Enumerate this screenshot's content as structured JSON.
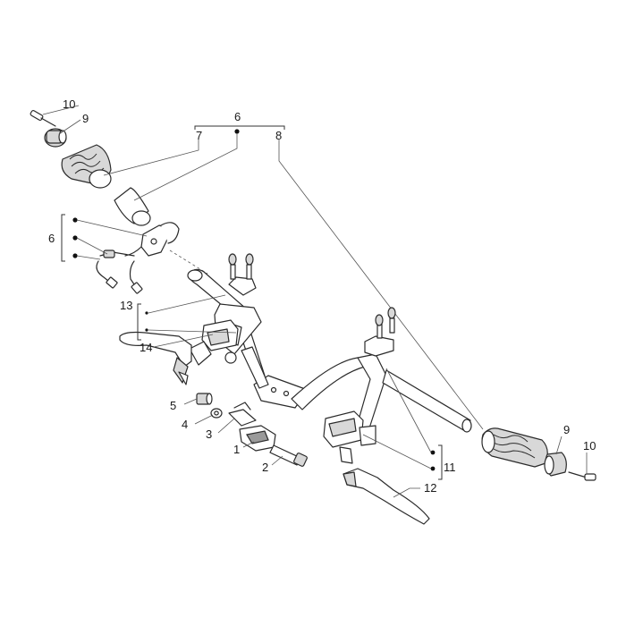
{
  "callouts": {
    "n1": "1",
    "n2": "2",
    "n3": "3",
    "n4": "4",
    "n5": "5",
    "n6_top": "6",
    "n6_left": "6",
    "n7": "7",
    "n8": "8",
    "n9_left": "9",
    "n9_right": "9",
    "n10_left": "10",
    "n10_right": "10",
    "n11": "11",
    "n12": "12",
    "n13": "13",
    "n14": "14"
  },
  "colors": {
    "line": "#2b2b2b",
    "shade": "#d8d8d8",
    "background": "#ffffff"
  }
}
